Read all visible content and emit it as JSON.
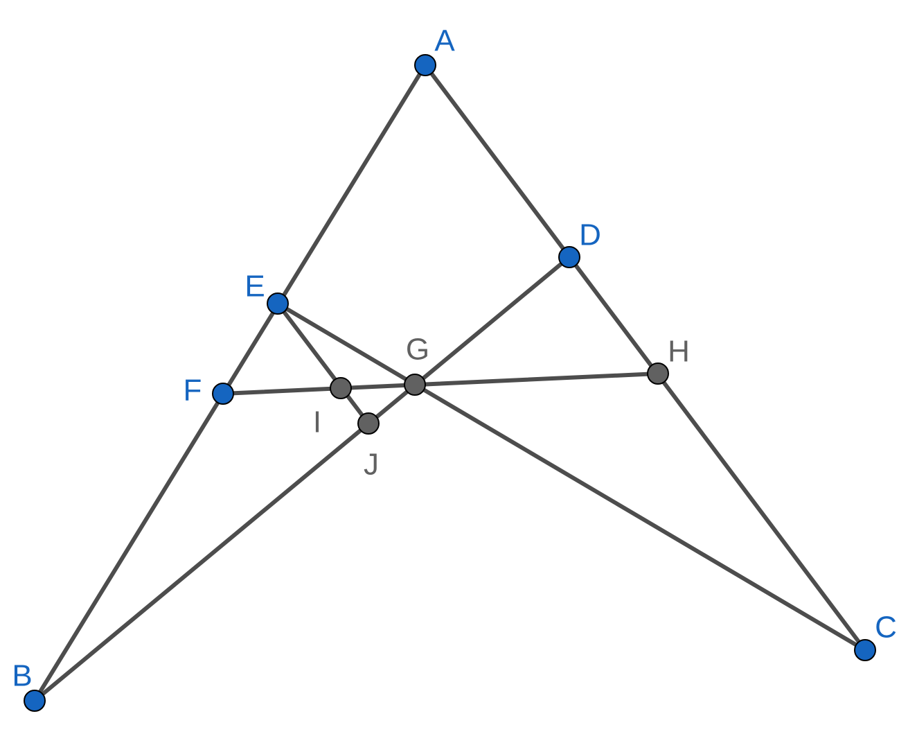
{
  "figure": {
    "colors": {
      "free_point": "#1565c0",
      "dependent_point": "#616161",
      "segment": "#4d4d4d",
      "background": "#ffffff"
    },
    "points": [
      {
        "id": "A",
        "label": "A",
        "kind": "free"
      },
      {
        "id": "B",
        "label": "B",
        "kind": "free"
      },
      {
        "id": "C",
        "label": "C",
        "kind": "free"
      },
      {
        "id": "D",
        "label": "D",
        "kind": "free"
      },
      {
        "id": "E",
        "label": "E",
        "kind": "free"
      },
      {
        "id": "F",
        "label": "F",
        "kind": "free"
      },
      {
        "id": "G",
        "label": "G",
        "kind": "dependent"
      },
      {
        "id": "H",
        "label": "H",
        "kind": "dependent"
      },
      {
        "id": "I",
        "label": "I",
        "kind": "dependent"
      },
      {
        "id": "J",
        "label": "J",
        "kind": "dependent"
      }
    ],
    "segments": [
      [
        "A",
        "B"
      ],
      [
        "A",
        "C"
      ],
      [
        "B",
        "D"
      ],
      [
        "E",
        "C"
      ],
      [
        "F",
        "H"
      ],
      [
        "E",
        "J"
      ]
    ]
  }
}
